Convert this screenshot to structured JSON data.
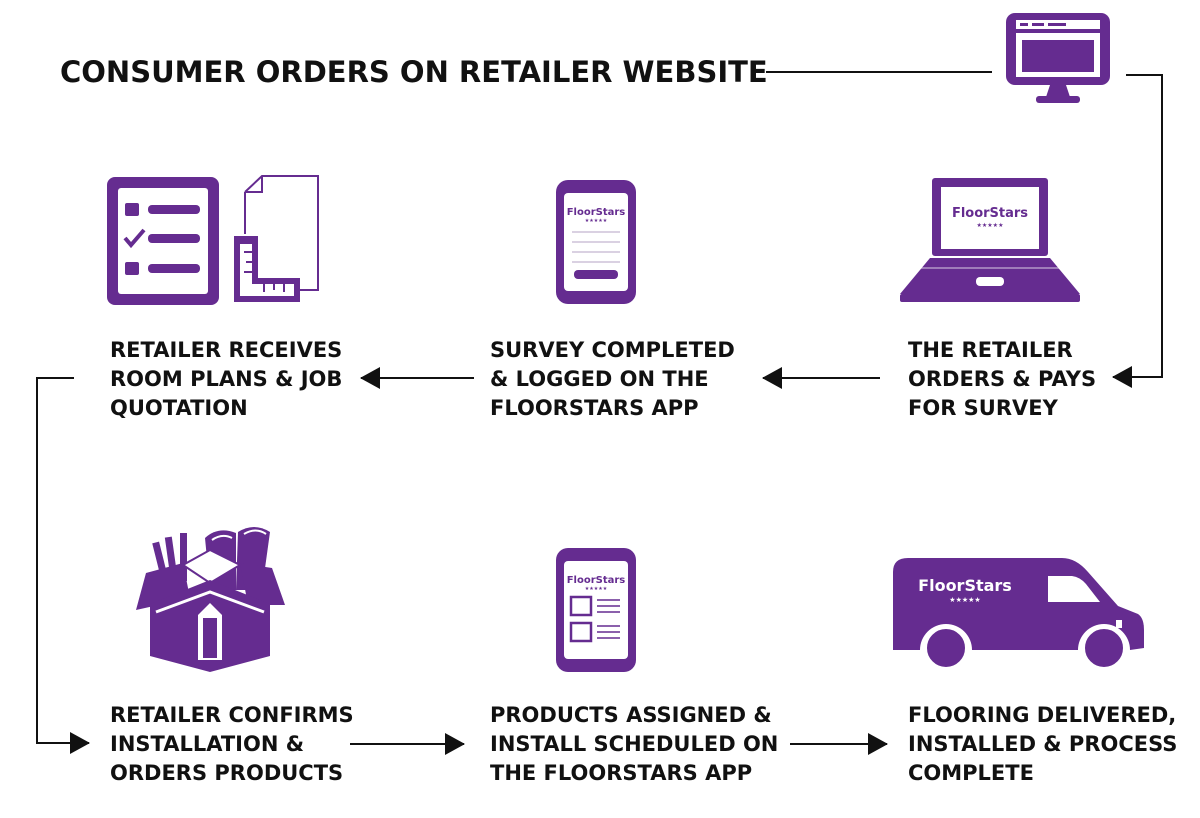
{
  "title": "CONSUMER ORDERS ON RETAILER WEBSITE",
  "brand": {
    "name": "FloorStars",
    "stars": "★★★★★"
  },
  "colors": {
    "purple": "#652c90",
    "ink": "#111111",
    "background": "#ffffff"
  },
  "steps": [
    {
      "id": "retailer-orders-survey",
      "icon": "laptop-icon",
      "lines": [
        "THE RETAILER",
        "ORDERS & PAYS",
        "FOR SURVEY"
      ]
    },
    {
      "id": "survey-completed",
      "icon": "phone-survey-icon",
      "lines": [
        "SURVEY COMPLETED",
        "& LOGGED ON THE",
        "FLOORSTARS APP"
      ]
    },
    {
      "id": "retailer-receives-plans",
      "icon": "checklist-plans-icon",
      "lines": [
        "RETAILER RECEIVES",
        "ROOM PLANS & JOB",
        "QUOTATION"
      ]
    },
    {
      "id": "retailer-confirms",
      "icon": "box-icon",
      "lines": [
        "RETAILER CONFIRMS",
        "INSTALLATION &",
        "ORDERS PRODUCTS"
      ]
    },
    {
      "id": "products-assigned",
      "icon": "phone-schedule-icon",
      "lines": [
        "PRODUCTS ASSIGNED &",
        "INSTALL SCHEDULED ON",
        "THE FLOORSTARS APP"
      ]
    },
    {
      "id": "flooring-delivered",
      "icon": "van-icon",
      "lines": [
        "FLOORING DELIVERED,",
        "INSTALLED & PROCESS",
        "COMPLETE"
      ]
    }
  ]
}
